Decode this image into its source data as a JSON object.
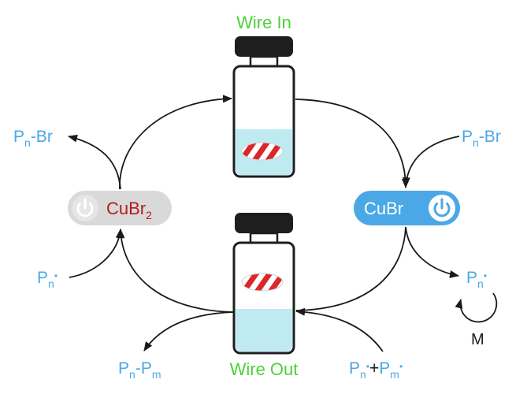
{
  "titles": {
    "wire_in": "Wire In",
    "wire_out": "Wire Out"
  },
  "catalysts": {
    "left": {
      "base": "CuBr",
      "sub": "2",
      "state": "off"
    },
    "right": {
      "text": "CuBr",
      "state": "on"
    }
  },
  "species": {
    "top_left": {
      "p": "P",
      "sub": "n",
      "suffix": "-Br"
    },
    "top_right": {
      "p": "P",
      "sub": "n",
      "suffix": "-Br"
    },
    "left_radical": {
      "p": "P",
      "sub": "n",
      "dot": "•"
    },
    "right_radical": {
      "p": "P",
      "sub": "n",
      "dot": "•"
    },
    "monomer": "M",
    "bottom_left": {
      "p1": "P",
      "sub1": "n",
      "dash": "-",
      "p2": "P",
      "sub2": "m"
    },
    "bottom_right": {
      "p1": "P",
      "sub1": "n",
      "dot1": "•",
      "plus": "+",
      "p2": "P",
      "sub2": "m",
      "dot2": "•"
    }
  },
  "colors": {
    "species_blue": "#4aa8e6",
    "title_green": "#4cd137",
    "cubr2_red": "#b31b1b",
    "off_pill": "#d9d9d9",
    "on_pill": "#4aa8e6",
    "liquid": "#bfeaf2",
    "cap": "#1e1e1e",
    "stirbar_stripe": "#d9282a"
  }
}
